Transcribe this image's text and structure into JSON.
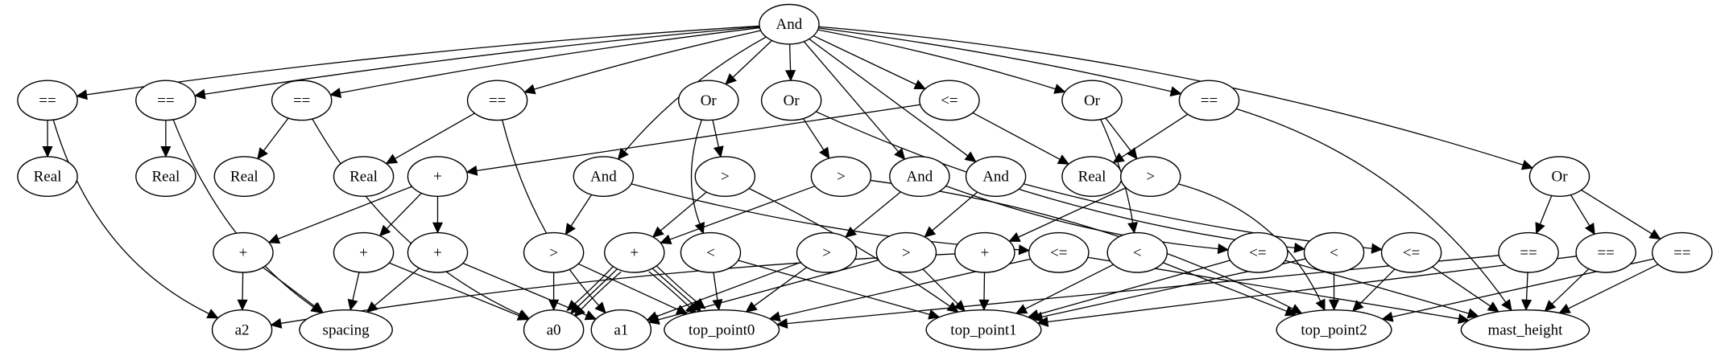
{
  "graph": {
    "nodes": [
      {
        "id": "and_root",
        "label": "And"
      },
      {
        "id": "eq1",
        "label": "=="
      },
      {
        "id": "eq2",
        "label": "=="
      },
      {
        "id": "eq3",
        "label": "=="
      },
      {
        "id": "eq4",
        "label": "=="
      },
      {
        "id": "or1",
        "label": "Or"
      },
      {
        "id": "or2",
        "label": "Or"
      },
      {
        "id": "le1",
        "label": "<="
      },
      {
        "id": "or3",
        "label": "Or"
      },
      {
        "id": "eq5",
        "label": "=="
      },
      {
        "id": "real1",
        "label": "Real"
      },
      {
        "id": "real2",
        "label": "Real"
      },
      {
        "id": "real3",
        "label": "Real"
      },
      {
        "id": "real4",
        "label": "Real"
      },
      {
        "id": "plus1",
        "label": "+"
      },
      {
        "id": "and2",
        "label": "And"
      },
      {
        "id": "gt1",
        "label": ">"
      },
      {
        "id": "gt2",
        "label": ">"
      },
      {
        "id": "and3",
        "label": "And"
      },
      {
        "id": "and4",
        "label": "And"
      },
      {
        "id": "real5",
        "label": "Real"
      },
      {
        "id": "gt3",
        "label": ">"
      },
      {
        "id": "or4",
        "label": "Or"
      },
      {
        "id": "plus2",
        "label": "+"
      },
      {
        "id": "plus3",
        "label": "+"
      },
      {
        "id": "plus4",
        "label": "+"
      },
      {
        "id": "gt4",
        "label": ">"
      },
      {
        "id": "plus5",
        "label": "+"
      },
      {
        "id": "lt1",
        "label": "<"
      },
      {
        "id": "gt5",
        "label": ">"
      },
      {
        "id": "gt6",
        "label": ">"
      },
      {
        "id": "plus6",
        "label": "+"
      },
      {
        "id": "le2",
        "label": "<="
      },
      {
        "id": "lt2",
        "label": "<"
      },
      {
        "id": "le3",
        "label": "<="
      },
      {
        "id": "lt3",
        "label": "<"
      },
      {
        "id": "le4",
        "label": "<="
      },
      {
        "id": "eq6",
        "label": "=="
      },
      {
        "id": "eq7",
        "label": "=="
      },
      {
        "id": "eq8",
        "label": "=="
      },
      {
        "id": "a2",
        "label": "a2"
      },
      {
        "id": "spacing",
        "label": "spacing"
      },
      {
        "id": "a0",
        "label": "a0"
      },
      {
        "id": "a1",
        "label": "a1"
      },
      {
        "id": "top_point0",
        "label": "top_point0"
      },
      {
        "id": "top_point1",
        "label": "top_point1"
      },
      {
        "id": "top_point2",
        "label": "top_point2"
      },
      {
        "id": "mast_height",
        "label": "mast_height"
      }
    ],
    "edges": [
      {
        "from": "and_root",
        "to": "eq1"
      },
      {
        "from": "and_root",
        "to": "eq2"
      },
      {
        "from": "and_root",
        "to": "eq3"
      },
      {
        "from": "and_root",
        "to": "eq4"
      },
      {
        "from": "and_root",
        "to": "or1"
      },
      {
        "from": "and_root",
        "to": "or2"
      },
      {
        "from": "and_root",
        "to": "le1"
      },
      {
        "from": "and_root",
        "to": "or3"
      },
      {
        "from": "and_root",
        "to": "eq5"
      },
      {
        "from": "and_root",
        "to": "and2"
      },
      {
        "from": "and_root",
        "to": "and3"
      },
      {
        "from": "and_root",
        "to": "and4"
      },
      {
        "from": "and_root",
        "to": "or4"
      },
      {
        "from": "eq1",
        "to": "real1"
      },
      {
        "from": "eq1",
        "to": "a2"
      },
      {
        "from": "eq2",
        "to": "real2"
      },
      {
        "from": "eq2",
        "to": "spacing"
      },
      {
        "from": "eq3",
        "to": "real3"
      },
      {
        "from": "eq3",
        "to": "a0"
      },
      {
        "from": "eq4",
        "to": "real4"
      },
      {
        "from": "eq4",
        "to": "a1"
      },
      {
        "from": "or1",
        "to": "gt1"
      },
      {
        "from": "or1",
        "to": "lt1"
      },
      {
        "from": "or2",
        "to": "gt2"
      },
      {
        "from": "or2",
        "to": "lt2"
      },
      {
        "from": "le1",
        "to": "plus1"
      },
      {
        "from": "le1",
        "to": "real5"
      },
      {
        "from": "or3",
        "to": "gt3"
      },
      {
        "from": "or3",
        "to": "lt3"
      },
      {
        "from": "eq5",
        "to": "real5"
      },
      {
        "from": "eq5",
        "to": "mast_height"
      },
      {
        "from": "plus1",
        "to": "plus2"
      },
      {
        "from": "plus1",
        "to": "plus3"
      },
      {
        "from": "plus1",
        "to": "plus4"
      },
      {
        "from": "and2",
        "to": "gt4"
      },
      {
        "from": "and2",
        "to": "le2"
      },
      {
        "from": "gt1",
        "to": "plus5"
      },
      {
        "from": "gt1",
        "to": "top_point1"
      },
      {
        "from": "gt2",
        "to": "plus5"
      },
      {
        "from": "gt2",
        "to": "top_point2"
      },
      {
        "from": "and3",
        "to": "gt5"
      },
      {
        "from": "and3",
        "to": "le3"
      },
      {
        "from": "and4",
        "to": "gt6"
      },
      {
        "from": "and4",
        "to": "le4"
      },
      {
        "from": "gt3",
        "to": "plus6"
      },
      {
        "from": "gt3",
        "to": "top_point2"
      },
      {
        "from": "or4",
        "to": "eq6"
      },
      {
        "from": "or4",
        "to": "eq7"
      },
      {
        "from": "or4",
        "to": "eq8"
      },
      {
        "from": "plus2",
        "to": "a2"
      },
      {
        "from": "plus2",
        "to": "spacing"
      },
      {
        "from": "plus3",
        "to": "spacing"
      },
      {
        "from": "plus3",
        "to": "a0"
      },
      {
        "from": "plus4",
        "to": "spacing"
      },
      {
        "from": "plus4",
        "to": "a1"
      },
      {
        "from": "gt4",
        "to": "a0"
      },
      {
        "from": "gt4",
        "to": "top_point0"
      },
      {
        "from": "plus5",
        "to": "a0"
      },
      {
        "from": "plus5",
        "to": "a0"
      },
      {
        "from": "plus5",
        "to": "a0"
      },
      {
        "from": "plus5",
        "to": "top_point0"
      },
      {
        "from": "plus5",
        "to": "top_point0"
      },
      {
        "from": "plus5",
        "to": "top_point0"
      },
      {
        "from": "lt1",
        "to": "top_point0"
      },
      {
        "from": "lt1",
        "to": "top_point1"
      },
      {
        "from": "gt5",
        "to": "a1"
      },
      {
        "from": "gt5",
        "to": "top_point0"
      },
      {
        "from": "gt6",
        "to": "a1"
      },
      {
        "from": "gt6",
        "to": "top_point1"
      },
      {
        "from": "plus6",
        "to": "a2"
      },
      {
        "from": "plus6",
        "to": "top_point1"
      },
      {
        "from": "le2",
        "to": "top_point0"
      },
      {
        "from": "le2",
        "to": "mast_height"
      },
      {
        "from": "lt2",
        "to": "top_point1"
      },
      {
        "from": "lt2",
        "to": "top_point2"
      },
      {
        "from": "le3",
        "to": "top_point1"
      },
      {
        "from": "le3",
        "to": "mast_height"
      },
      {
        "from": "lt3",
        "to": "top_point1"
      },
      {
        "from": "lt3",
        "to": "top_point2"
      },
      {
        "from": "le4",
        "to": "top_point2"
      },
      {
        "from": "le4",
        "to": "mast_height"
      },
      {
        "from": "eq6",
        "to": "top_point0"
      },
      {
        "from": "eq6",
        "to": "mast_height"
      },
      {
        "from": "eq7",
        "to": "top_point1"
      },
      {
        "from": "eq7",
        "to": "mast_height"
      },
      {
        "from": "eq8",
        "to": "top_point2"
      },
      {
        "from": "eq8",
        "to": "mast_height"
      }
    ]
  }
}
